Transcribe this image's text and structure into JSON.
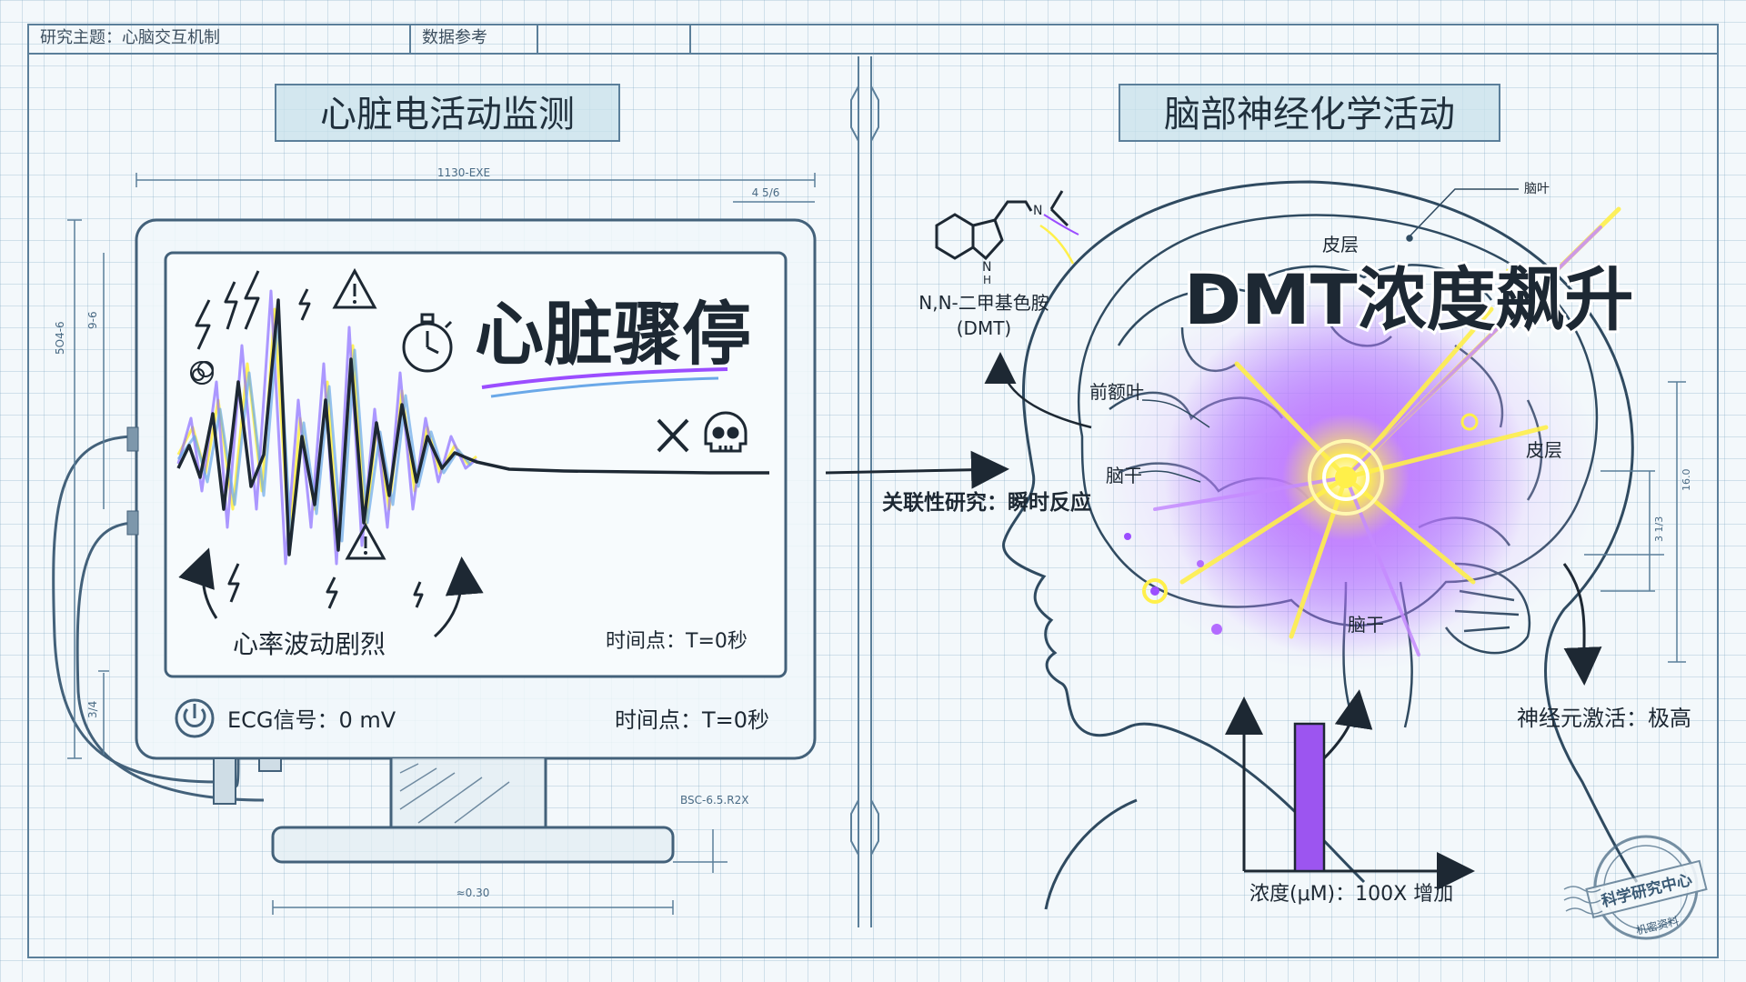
{
  "header": {
    "topic": "研究主题：心脑交互机制",
    "reference": "数据参考"
  },
  "left_panel": {
    "title": "心脏电活动监测",
    "headline": "心脏骤停",
    "fluctuation": "心率波动剧烈",
    "screen_time": "时间点：T=0秒",
    "ecg_label": "ECG信号：0 mV",
    "bezel_time": "时间点：T=0秒",
    "dim_top": "1130-EXE",
    "dim_top_right": "4 5/6",
    "dim_left_1": "5O4-6",
    "dim_left_2": "9-6",
    "dim_left_3": "3/4",
    "dim_bottom": "≈0.30",
    "dim_stand": "BSC-6.5.R2X"
  },
  "center": {
    "link_label": "关联性研究：瞬时反应"
  },
  "right_panel": {
    "title": "脑部神经化学活动",
    "molecule_line1": "N,N-二甲基色胺",
    "molecule_line2": "(DMT)",
    "molecule_atom_n": "N",
    "molecule_atom_h": "H",
    "molecule_atom_n2": "N",
    "headline": "DMT浓度飙升",
    "cortex_top": "皮层",
    "cortex_right": "皮层",
    "frontal_lobe": "前额叶",
    "brainstem_left": "脑干",
    "brainstem_bottom": "脑干",
    "top_label": "脑叶",
    "neuron_activation": "神经元激活：极高",
    "concentration": "浓度(μM)：100X 增加",
    "dim_1": "16.0",
    "dim_2": "3 1/3"
  },
  "stamp": {
    "line1": "科学研究中心",
    "line2": "机密资料"
  },
  "colors": {
    "ink": "#1d2833",
    "blueprint": "#5b7f9a",
    "accent_purple": "#9b4dff",
    "accent_yellow": "#fff04a",
    "bar_purple": "#9c55f0"
  }
}
